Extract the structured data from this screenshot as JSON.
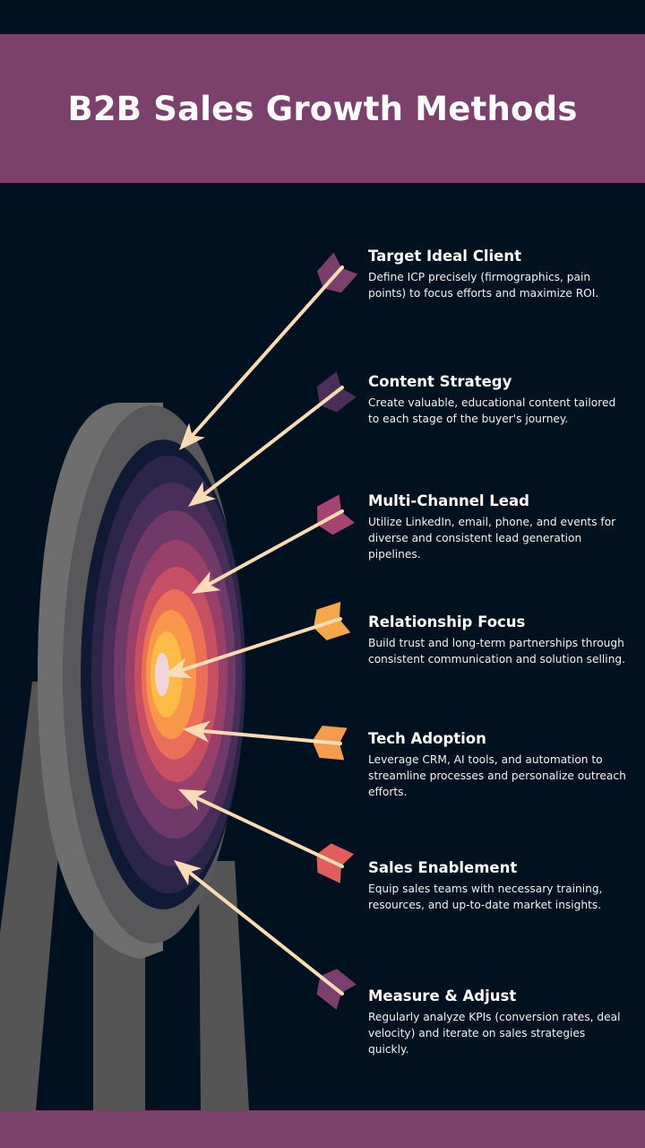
{
  "title": "B2B Sales Growth Methods",
  "colors": {
    "background": "#02111f",
    "banner": "#7b406c",
    "shaft": "#f9dcb5",
    "rings": [
      "#111a35",
      "#2b2648",
      "#4a2e5a",
      "#6f3a67",
      "#983f6a",
      "#c74f63",
      "#eb6f58",
      "#f8974a",
      "#fbbb46",
      "#f0d6dc"
    ]
  },
  "methods": [
    {
      "title": "Target Ideal Client",
      "text": "Define ICP precisely (firmographics, pain points) to focus efforts and maximize ROI.",
      "fletching_color": "#7a3f6c"
    },
    {
      "title": "Content Strategy",
      "text": "Create valuable, educational content tailored to each stage of the buyer's journey.",
      "fletching_color": "#4a2f58"
    },
    {
      "title": "Multi-Channel Lead",
      "text": "Utilize LinkedIn, email, phone, and events for diverse and consistent lead generation pipelines.",
      "fletching_color": "#a54470"
    },
    {
      "title": "Relationship Focus",
      "text": "Build trust and long-term partnerships through consistent communication and solution selling.",
      "fletching_color": "#f5a84a"
    },
    {
      "title": "Tech Adoption",
      "text": "Leverage CRM, AI tools, and automation to streamline processes and personalize outreach efforts.",
      "fletching_color": "#f39c4f"
    },
    {
      "title": "Sales Enablement",
      "text": "Equip sales teams with necessary training, resources, and up-to-date market insights.",
      "fletching_color": "#e05f5d"
    },
    {
      "title": "Measure & Adjust",
      "text": "Regularly analyze KPIs (conversion rates, deal velocity) and iterate on sales strategies quickly.",
      "fletching_color": "#7a3f6c"
    }
  ]
}
